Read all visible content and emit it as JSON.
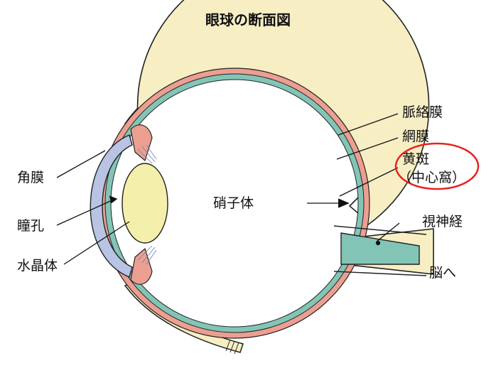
{
  "title": "眼球の断面図",
  "labels": {
    "cornea": "角膜",
    "pupil": "瞳孔",
    "lens": "水晶体",
    "vitreous": "硝子体",
    "choroid": "脈絡膜",
    "retina": "網膜",
    "macula": "黄斑",
    "fovea": "（中心窩）",
    "optic_nerve": "視神経",
    "to_brain": "脳へ"
  },
  "colors": {
    "sclera": "#f7eec4",
    "choroid": "#ec9f91",
    "retina": "#82c5b6",
    "cornea": "#b9c4e4",
    "lens": "#f4efaa",
    "highlight_ring": "#e8231f",
    "outline": "#222222"
  }
}
